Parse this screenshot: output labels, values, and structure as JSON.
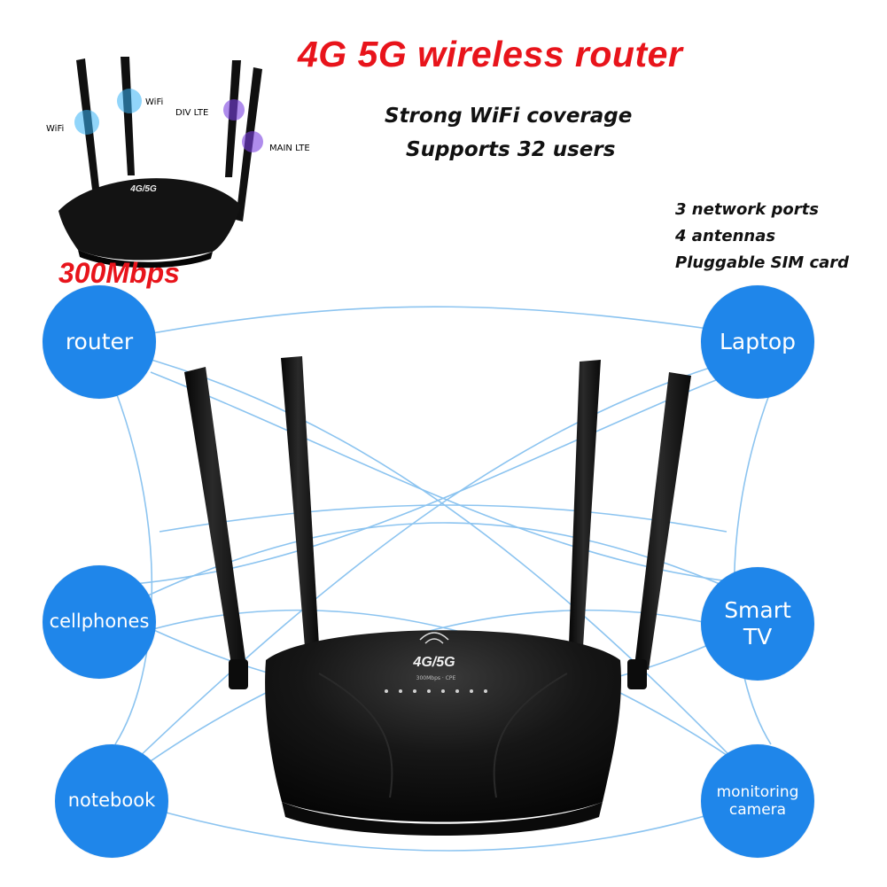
{
  "title": "4G 5G wireless router",
  "subtitle_lines": [
    "Strong WiFi coverage",
    "Supports 32 users"
  ],
  "features": [
    "3 network ports",
    "4 antennas",
    "Pluggable SIM card"
  ],
  "speed": "300Mbps",
  "antenna_labels": {
    "wifi_left": "WiFi",
    "wifi_mid": "WiFi",
    "div_lte": "DIV LTE",
    "main_lte": "MAIN LTE"
  },
  "router_badge": "4G/5G",
  "router_badge_small": "300Mbps · CPE",
  "devices": {
    "router": [
      "router"
    ],
    "laptop": [
      "Laptop"
    ],
    "cellphones": [
      "cellphones"
    ],
    "smart_tv": [
      "Smart",
      "TV"
    ],
    "notebook": [
      "notebook"
    ],
    "monitoring_camera": [
      "monitoring",
      "camera"
    ]
  },
  "colors": {
    "title_red": "#e8141b",
    "circle_blue": "#1f86ea",
    "mesh_line": "#8cc4f0",
    "router_body": "#111111",
    "wifi_glow": "#37b3f5",
    "lte_glow": "#7a3fe0"
  }
}
